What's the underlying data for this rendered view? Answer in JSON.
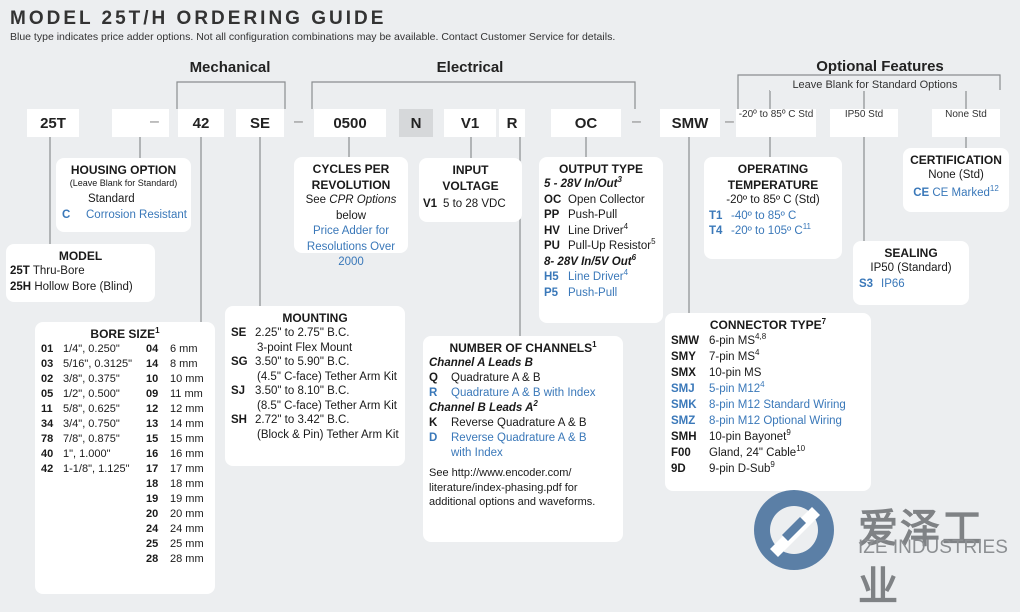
{
  "title": "MODEL 25T/H ORDERING GUIDE",
  "subtitle": "Blue type indicates price adder options. Not all configuration combinations may be available. Contact Customer Service for details.",
  "groups": {
    "mechanical": "Mechanical",
    "electrical": "Electrical",
    "optional": "Optional Features",
    "optional_note": "Leave Blank for Standard Options"
  },
  "code": {
    "model": "25T",
    "housing": "",
    "bore": "42",
    "mount": "SE",
    "cpr": "0500",
    "channels": "N",
    "voltage": "V1",
    "connector_side": "R",
    "output": "OC",
    "connector": "SMW",
    "temp": "-20º to 85º C Std",
    "sealing": "IP50 Std",
    "cert": "None Std",
    "dash": "–"
  },
  "model_box": {
    "header": "MODEL",
    "rows": [
      {
        "code": "25T",
        "text": "Thru-Bore"
      },
      {
        "code": "25H",
        "text": "Hollow Bore (Blind)"
      }
    ]
  },
  "housing_box": {
    "header": "HOUSING OPTION",
    "note": "(Leave Blank for Standard)",
    "std": "Standard",
    "code": "C",
    "text": "Corrosion Resistant"
  },
  "bore_box": {
    "header": "BORE SIZE",
    "sup": "1",
    "left": [
      {
        "code": "01",
        "text": "1/4\", 0.250\""
      },
      {
        "code": "03",
        "text": "5/16\", 0.3125\""
      },
      {
        "code": "02",
        "text": "3/8\", 0.375\""
      },
      {
        "code": "05",
        "text": "1/2\", 0.500\""
      },
      {
        "code": "11",
        "text": "5/8\", 0.625\""
      },
      {
        "code": "34",
        "text": "3/4\", 0.750\""
      },
      {
        "code": "78",
        "text": "7/8\", 0.875\""
      },
      {
        "code": "40",
        "text": "1\", 1.000\""
      },
      {
        "code": "42",
        "text": "1-1/8\", 1.125\""
      }
    ],
    "right": [
      {
        "code": "04",
        "text": "6 mm"
      },
      {
        "code": "14",
        "text": "8 mm"
      },
      {
        "code": "10",
        "text": "10 mm"
      },
      {
        "code": "09",
        "text": "11 mm"
      },
      {
        "code": "12",
        "text": "12 mm"
      },
      {
        "code": "13",
        "text": "14 mm"
      },
      {
        "code": "15",
        "text": "15 mm"
      },
      {
        "code": "16",
        "text": "16 mm"
      },
      {
        "code": "17",
        "text": "17 mm"
      },
      {
        "code": "18",
        "text": "18 mm"
      },
      {
        "code": "19",
        "text": "19 mm"
      },
      {
        "code": "20",
        "text": "20 mm"
      },
      {
        "code": "24",
        "text": "24 mm"
      },
      {
        "code": "25",
        "text": "25 mm"
      },
      {
        "code": "28",
        "text": "28 mm"
      }
    ]
  },
  "cpr_box": {
    "header1": "CYCLES PER",
    "header2": "REVOLUTION",
    "line1a": "See ",
    "line1b": "CPR Options",
    "line1c": " below",
    "line2": "Price Adder for",
    "line3": "Resolutions Over 2000"
  },
  "mount_box": {
    "header": "MOUNTING",
    "rows": [
      {
        "code": "SE",
        "text": "2.25\" to 2.75\" B.C.",
        "sub": "3-point Flex Mount"
      },
      {
        "code": "SG",
        "text": "3.50\" to 5.90\" B.C.",
        "sub": "(4.5\" C-face) Tether Arm Kit"
      },
      {
        "code": "SJ",
        "text": "3.50\" to 8.10\" B.C.",
        "sub": "(8.5\" C-face) Tether Arm Kit"
      },
      {
        "code": "SH",
        "text": "2.72\" to 3.42\" B.C.",
        "sub": "(Block & Pin) Tether Arm Kit"
      }
    ]
  },
  "voltage_box": {
    "header1": "INPUT",
    "header2": "VOLTAGE",
    "code": "V1",
    "text": "5 to 28 VDC"
  },
  "output_box": {
    "header": "OUTPUT TYPE",
    "group1": "5 - 28V In/Out",
    "group1_sup": "3",
    "rows1": [
      {
        "code": "OC",
        "text": "Open Collector",
        "sup": ""
      },
      {
        "code": "PP",
        "text": "Push-Pull",
        "sup": ""
      },
      {
        "code": "HV",
        "text": "Line Driver",
        "sup": "4"
      },
      {
        "code": "PU",
        "text": "Pull-Up Resistor",
        "sup": "5"
      }
    ],
    "group2": "8- 28V In/5V Out",
    "group2_sup": "6",
    "rows2": [
      {
        "code": "H5",
        "text": "Line Driver",
        "sup": "4"
      },
      {
        "code": "P5",
        "text": "Push-Pull",
        "sup": ""
      }
    ]
  },
  "channels_box": {
    "header": "NUMBER OF CHANNELS",
    "sup": "1",
    "groupA": "Channel A Leads B",
    "rowsA": [
      {
        "code": "Q",
        "text": "Quadrature A & B"
      },
      {
        "code": "R",
        "text": "Quadrature A & B with Index"
      }
    ],
    "groupB": "Channel B Leads A",
    "groupB_sup": "2",
    "rowsB": [
      {
        "code": "K",
        "text": "Reverse Quadrature A & B"
      },
      {
        "code": "D",
        "text": "Reverse Quadrature A & B",
        "sub": "with Index"
      }
    ],
    "note1": "See http://www.encoder.com/",
    "note2": "literature/index-phasing.pdf for",
    "note3": "additional options and waveforms."
  },
  "temp_box": {
    "header1": "OPERATING",
    "header2": "TEMPERATURE",
    "std": "-20º to 85º C (Std)",
    "rows": [
      {
        "code": "T1",
        "text": "-40º to 85º C",
        "sup": ""
      },
      {
        "code": "T4",
        "text": "-20º to 105º C",
        "sup": "11"
      }
    ]
  },
  "cert_box": {
    "header": "CERTIFICATION",
    "std": "None (Std)",
    "code": "CE",
    "text": "CE Marked",
    "sup": "12"
  },
  "sealing_box": {
    "header": "SEALING",
    "std": "IP50 (Standard)",
    "code": "S3",
    "text": "IP66"
  },
  "connector_box": {
    "header": "CONNECTOR TYPE",
    "sup": "7",
    "rows": [
      {
        "code": "SMW",
        "text": "6-pin MS",
        "sup": "4,8",
        "blue": false
      },
      {
        "code": "SMY",
        "text": "7-pin MS",
        "sup": "4",
        "blue": false
      },
      {
        "code": "SMX",
        "text": "10-pin MS",
        "sup": "",
        "blue": false
      },
      {
        "code": "SMJ",
        "text": "5-pin M12",
        "sup": "4",
        "blue": true
      },
      {
        "code": "SMK",
        "text": "8-pin M12 Standard Wiring",
        "sup": "",
        "blue": true
      },
      {
        "code": "SMZ",
        "text": "8-pin M12 Optional Wiring",
        "sup": "",
        "blue": true
      },
      {
        "code": "SMH",
        "text": "10-pin Bayonet",
        "sup": "9",
        "blue": false
      },
      {
        "code": "F00",
        "text": "Gland, 24\" Cable",
        "sup": "10",
        "blue": false
      },
      {
        "code": "9D",
        "text": "9-pin D-Sub",
        "sup": "9",
        "blue": false
      }
    ]
  },
  "logo": {
    "cn": "爱泽工业",
    "en": "IZE INDUSTRIES"
  },
  "colors": {
    "blue": "#3a78b9",
    "line": "#8a8d90",
    "box": "#ffffff",
    "bg": "#eceef0"
  }
}
